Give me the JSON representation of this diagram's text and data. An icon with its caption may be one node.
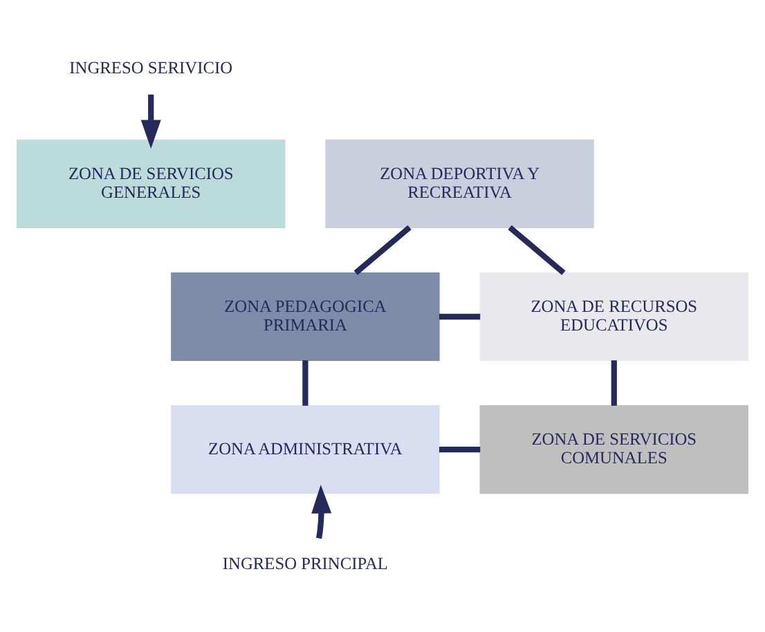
{
  "diagram": {
    "nodes": [
      {
        "text": [
          "INGRESO SERIVICIO"
        ]
      },
      {
        "text": [
          "ZONA DE SERVICIOS GENERALES"
        ]
      },
      {
        "text": [
          "ZONA DEPORTIVA Y RECREATIVA"
        ]
      },
      {
        "text": [
          "ZONA PEDAGOGICA PRIMARIA"
        ]
      },
      {
        "text": [
          "ZONA DE RECURSOS EDUCATIVOS"
        ]
      },
      {
        "text": [
          "ZONA ADMINISTRATIVA"
        ]
      },
      {
        "text": [
          "ZONA DE SERVICIOS COMUNALES"
        ]
      },
      {
        "text": [
          "INGRESO PRINCIPAL"
        ]
      }
    ],
    "edges": [
      {
        "from": 0,
        "to": 1,
        "arrow": "to"
      },
      {
        "from": 3,
        "to": 2,
        "arrow": "none"
      },
      {
        "from": 3,
        "to": 4,
        "arrow": "none"
      },
      {
        "from": 2,
        "to": 4,
        "arrow": "none"
      },
      {
        "from": 3,
        "to": 5,
        "arrow": "none"
      },
      {
        "from": 4,
        "to": 6,
        "arrow": "none"
      },
      {
        "from": 5,
        "to": 6,
        "arrow": "none"
      },
      {
        "from": 7,
        "to": 5,
        "arrow": "to"
      }
    ]
  }
}
